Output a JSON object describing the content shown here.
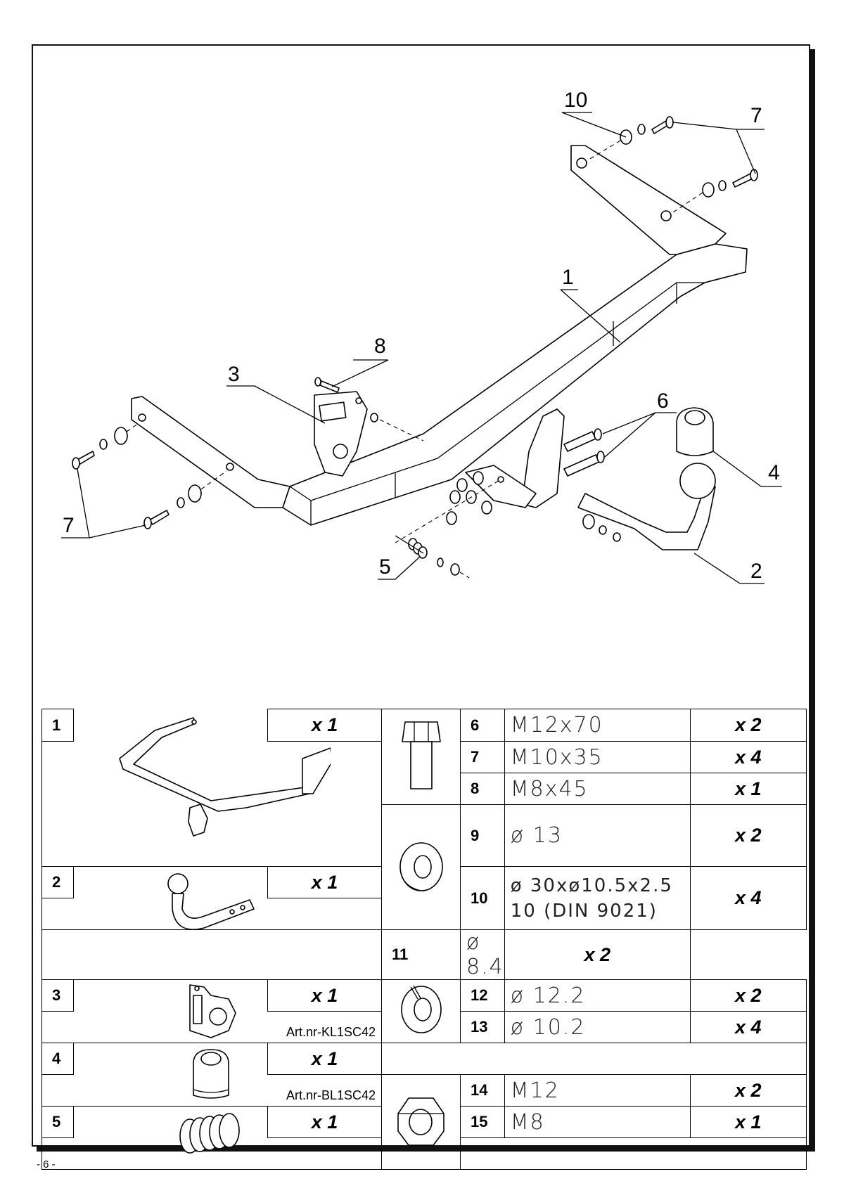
{
  "diagram": {
    "callouts": [
      "1",
      "2",
      "3",
      "4",
      "5",
      "6",
      "7",
      "7",
      "8",
      "10"
    ]
  },
  "items_left": [
    {
      "num": "1",
      "qty": "x 1",
      "art": ""
    },
    {
      "num": "2",
      "qty": "x 1",
      "art": ""
    },
    {
      "num": "3",
      "qty": "x 1",
      "art": "Art.nr-KL1SC42"
    },
    {
      "num": "4",
      "qty": "x 1",
      "art": "Art.nr-BL1SC42"
    },
    {
      "num": "5",
      "qty": "x 1",
      "art": ""
    }
  ],
  "items_right": [
    {
      "num": "6",
      "spec": "M12x70",
      "qty": "x 2"
    },
    {
      "num": "7",
      "spec": "M10x35",
      "qty": "x 4"
    },
    {
      "num": "8",
      "spec": "M8x45",
      "qty": "x 1"
    },
    {
      "num": "9",
      "spec": "ø 13",
      "qty": "x 2"
    },
    {
      "num": "10",
      "spec_line1": "ø 30xø10.5x2.5",
      "spec_line2": "10   (DIN 9021)",
      "qty": "x 4"
    },
    {
      "num": "11",
      "spec": "ø 8.4",
      "qty": "x 2"
    },
    {
      "num": "12",
      "spec": "ø 12.2",
      "qty": "x 2"
    },
    {
      "num": "13",
      "spec": "ø 10.2",
      "qty": "x 4"
    },
    {
      "num": "14",
      "spec": "M12",
      "qty": "x 2"
    },
    {
      "num": "15",
      "spec": "M8",
      "qty": "x 1"
    }
  ],
  "icons": [
    "bolt-icon",
    "washer-icon",
    "spring-washer-icon",
    "nut-icon",
    "towbar-frame-icon",
    "ball-neck-icon",
    "socket-plate-icon",
    "ball-cover-icon",
    "spring-icon"
  ],
  "page_number": "- 6 -"
}
